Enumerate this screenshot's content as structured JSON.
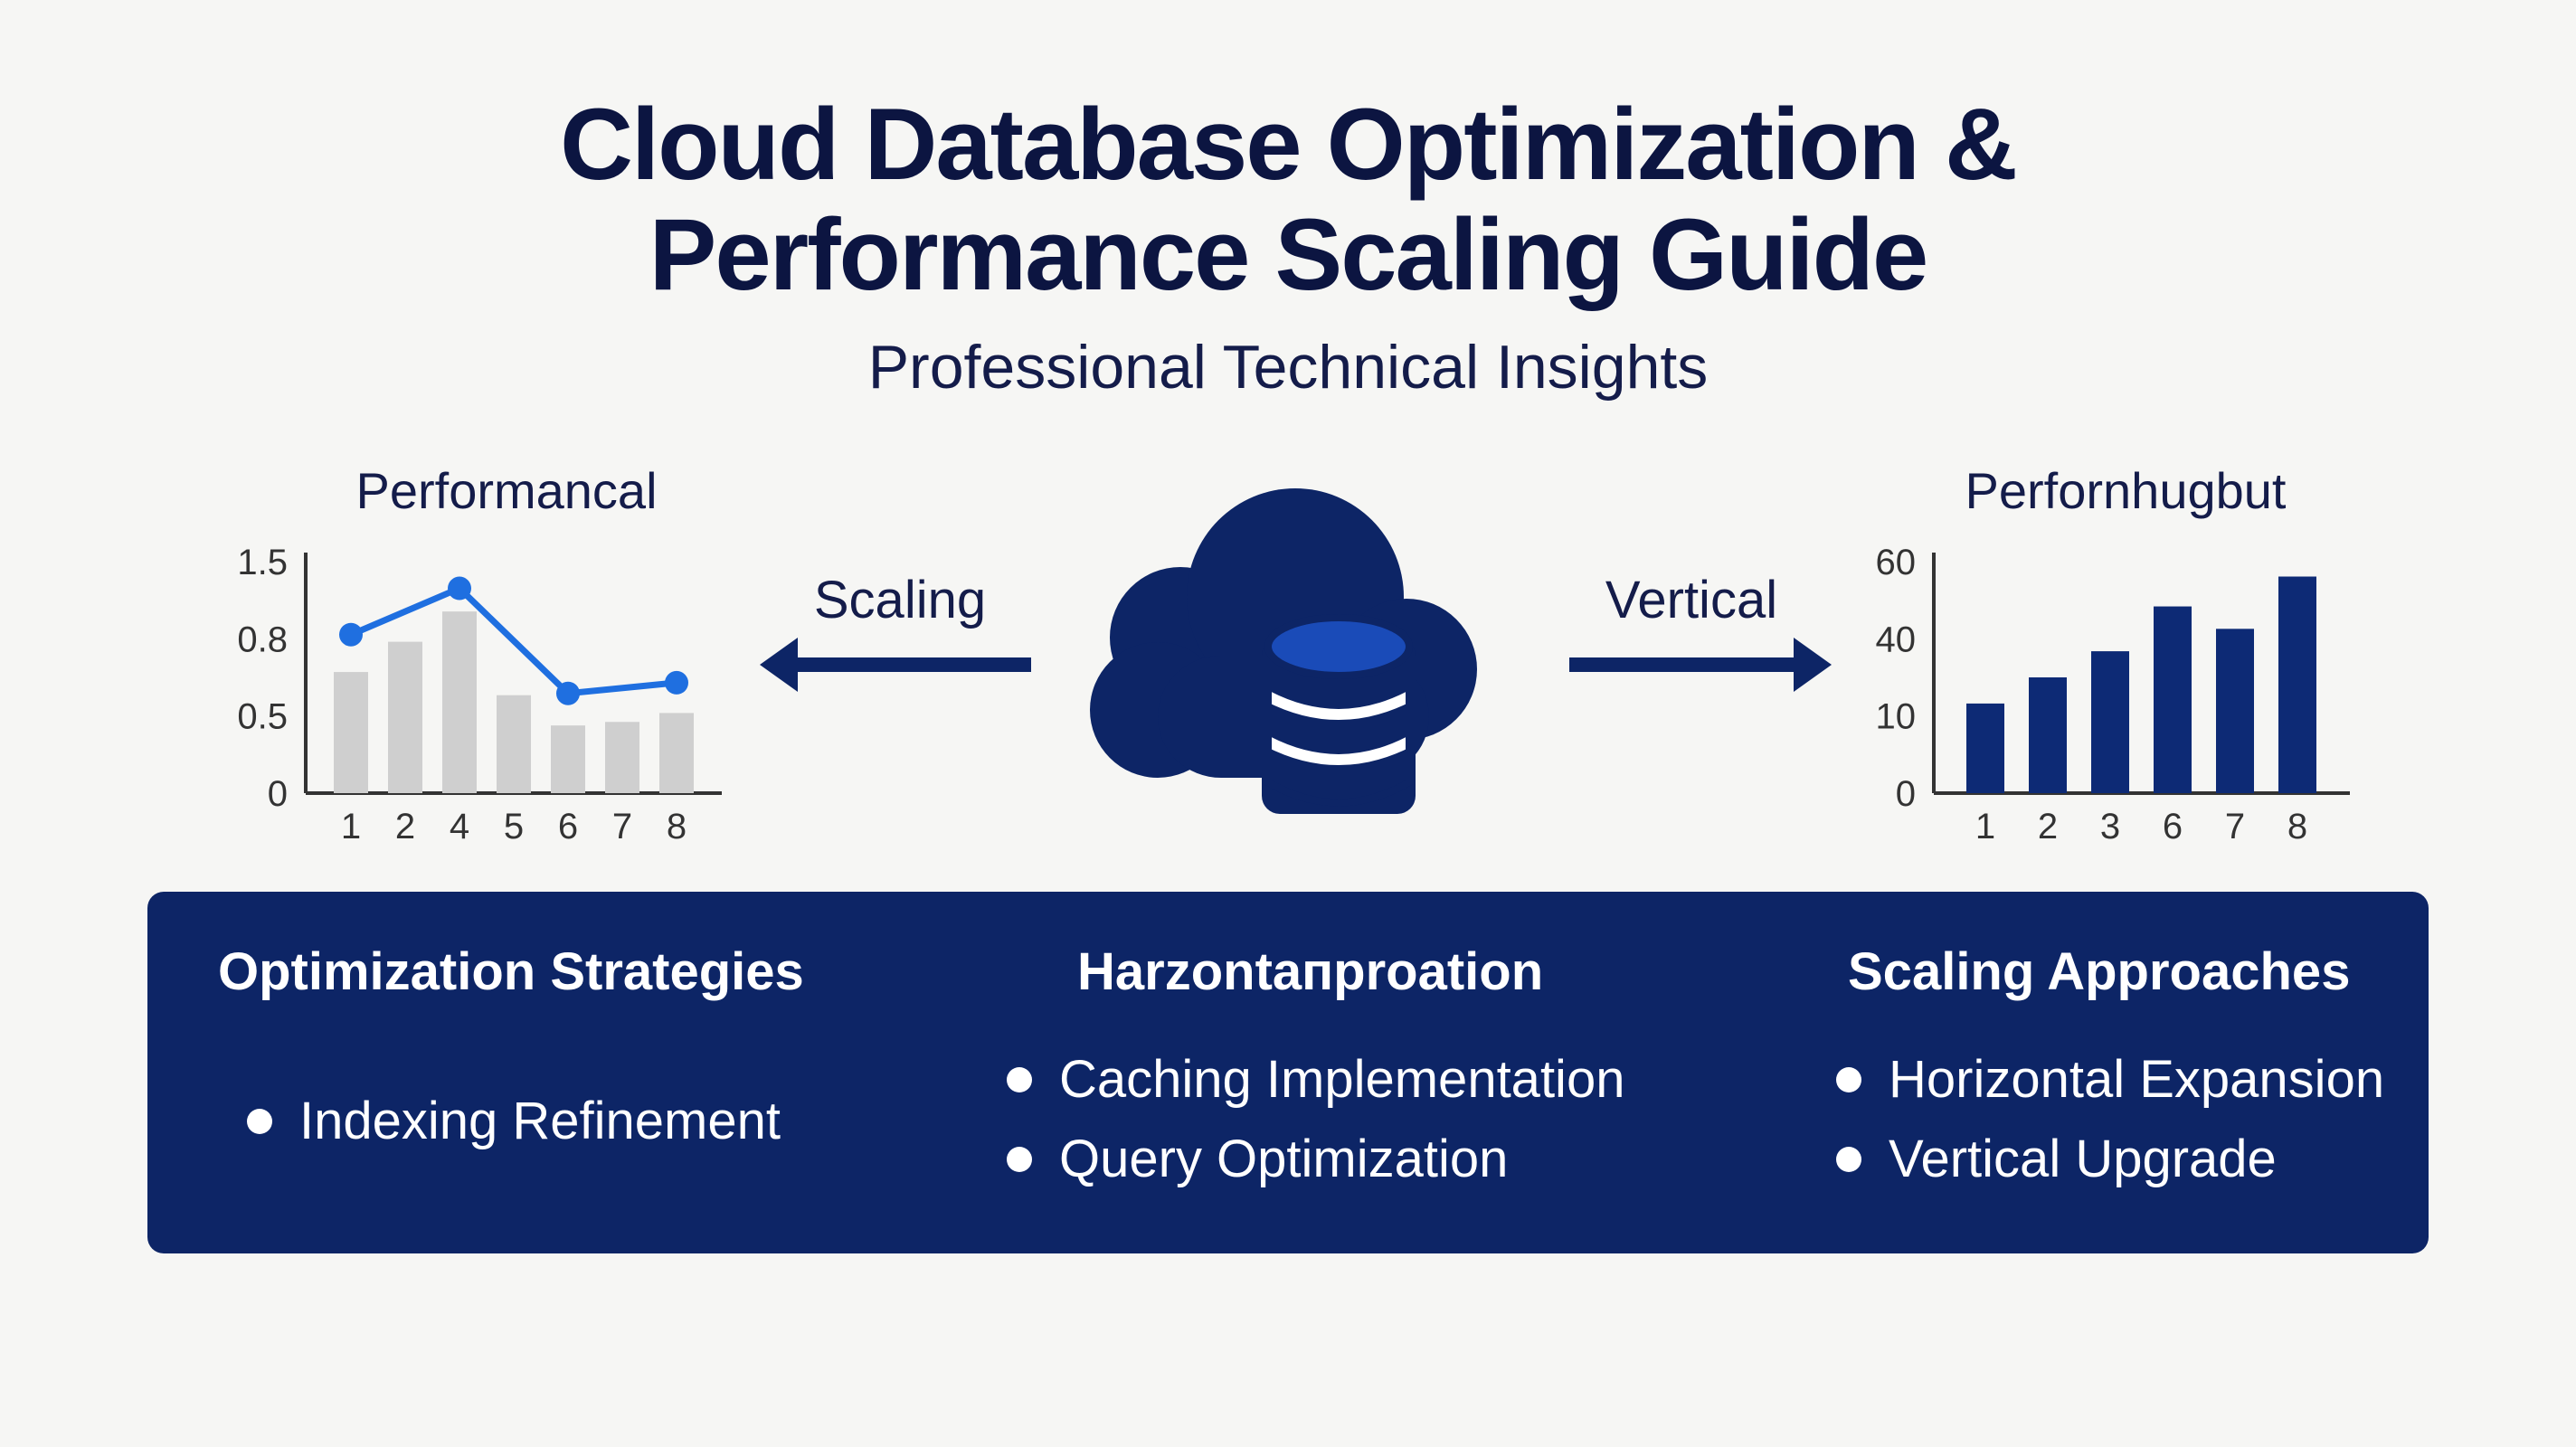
{
  "header": {
    "title_line1": "Cloud Database Optimization &",
    "title_line2": "Performance Scaling Guide",
    "subtitle": "Professional Technical Insights"
  },
  "colors": {
    "navy": "#0d2566",
    "dark_text": "#0c1541",
    "line_blue": "#1f6fe0",
    "bar_gray": "#cfcfcf",
    "bar_navy": "#0d2a75"
  },
  "chart_data": [
    {
      "type": "bar",
      "title": "Performancal",
      "categories": [
        "1",
        "2",
        "4",
        "5",
        "6",
        "7",
        "8"
      ],
      "y_tick_labels": [
        "0",
        "0.5",
        "0.8",
        "1.5"
      ],
      "series": [
        {
          "kind": "bar",
          "values": [
            0.68,
            0.85,
            1.02,
            0.55,
            0.38,
            0.4,
            0.45
          ]
        },
        {
          "kind": "line",
          "values": [
            0.89,
            null,
            1.15,
            null,
            0.56,
            null,
            0.62
          ]
        }
      ],
      "grid": false
    },
    {
      "type": "bar",
      "title": "Perfornhugbut",
      "categories": [
        "1",
        "2",
        "3",
        "6",
        "7",
        "8"
      ],
      "y_tick_labels": [
        "0",
        "10",
        "40",
        "60"
      ],
      "series": [
        {
          "values": [
            24,
            31,
            38,
            50,
            44,
            58
          ]
        }
      ],
      "grid": false
    }
  ],
  "diagram": {
    "left_arrow_label": "Scaling",
    "right_arrow_label": "Vertical",
    "center_icon": "cloud-database-icon"
  },
  "panel": {
    "columns": [
      {
        "title": "Optimization Strategies",
        "items": [
          "Indexing Refinement"
        ]
      },
      {
        "title": "Harzontaпproation",
        "items": [
          "Caching Implementation",
          "Query Optimization"
        ]
      },
      {
        "title": "Scaling Approaches",
        "items": [
          "Horizontal Expansion",
          "Vertical Upgrade"
        ]
      }
    ]
  }
}
